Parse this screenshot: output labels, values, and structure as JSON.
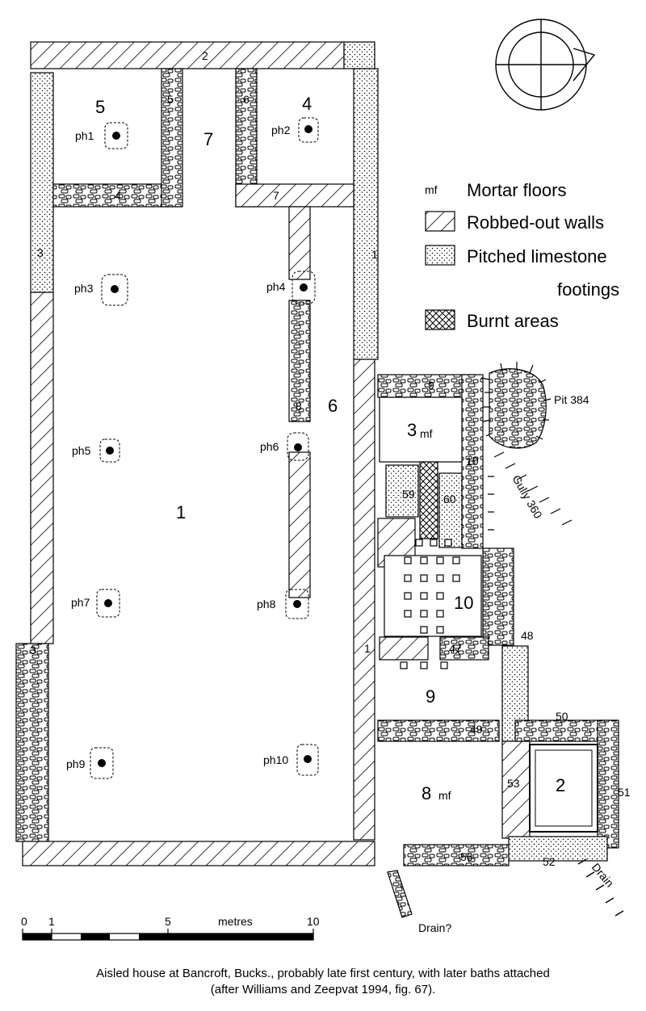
{
  "rooms": {
    "r1": "1",
    "r2": "2",
    "r3": "3",
    "r3_mf": "mf",
    "r4": "4",
    "r5": "5",
    "r6": "6",
    "r7": "7",
    "r8": "8",
    "r8_mf": "mf",
    "r9": "9",
    "r10": "10"
  },
  "features": {
    "f59": "59",
    "f60": "60",
    "f47": "47",
    "f48": "48",
    "f49": "49",
    "f50": "50",
    "f51": "51",
    "f52": "52",
    "f53": "53",
    "f56": "56",
    "pit": "Pit 384",
    "gully": "Gully 360",
    "drain": "Drain",
    "drain_q": "Drain?"
  },
  "walls": {
    "w1a": "1",
    "w1b": "1",
    "w2": "2",
    "w3a": "3",
    "w3b": "3",
    "w4": "4",
    "w5": "5",
    "w6": "6",
    "w7": "7",
    "w8": "8",
    "w9": "9",
    "w10": "10"
  },
  "postholes": {
    "ph1": "ph1",
    "ph2": "ph2",
    "ph3": "ph3",
    "ph4": "ph4",
    "ph5": "ph5",
    "ph6": "ph6",
    "ph7": "ph7",
    "ph8": "ph8",
    "ph9": "ph9",
    "ph10": "ph10"
  },
  "legend": {
    "mf_symbol": "mf",
    "mortar": "Mortar floors",
    "robbed": "Robbed-out walls",
    "pitched_1": "Pitched limestone",
    "pitched_2": "footings",
    "burnt": "Burnt areas"
  },
  "scale": {
    "t0": "0",
    "t1": "1",
    "t5": "5",
    "unit": "metres",
    "t10": "10"
  },
  "caption": {
    "line1": "Aisled house at Bancroft, Bucks., probably late first century, with later baths attached",
    "line2": "(after Williams and Zeepvat 1994, fig. 67)."
  }
}
